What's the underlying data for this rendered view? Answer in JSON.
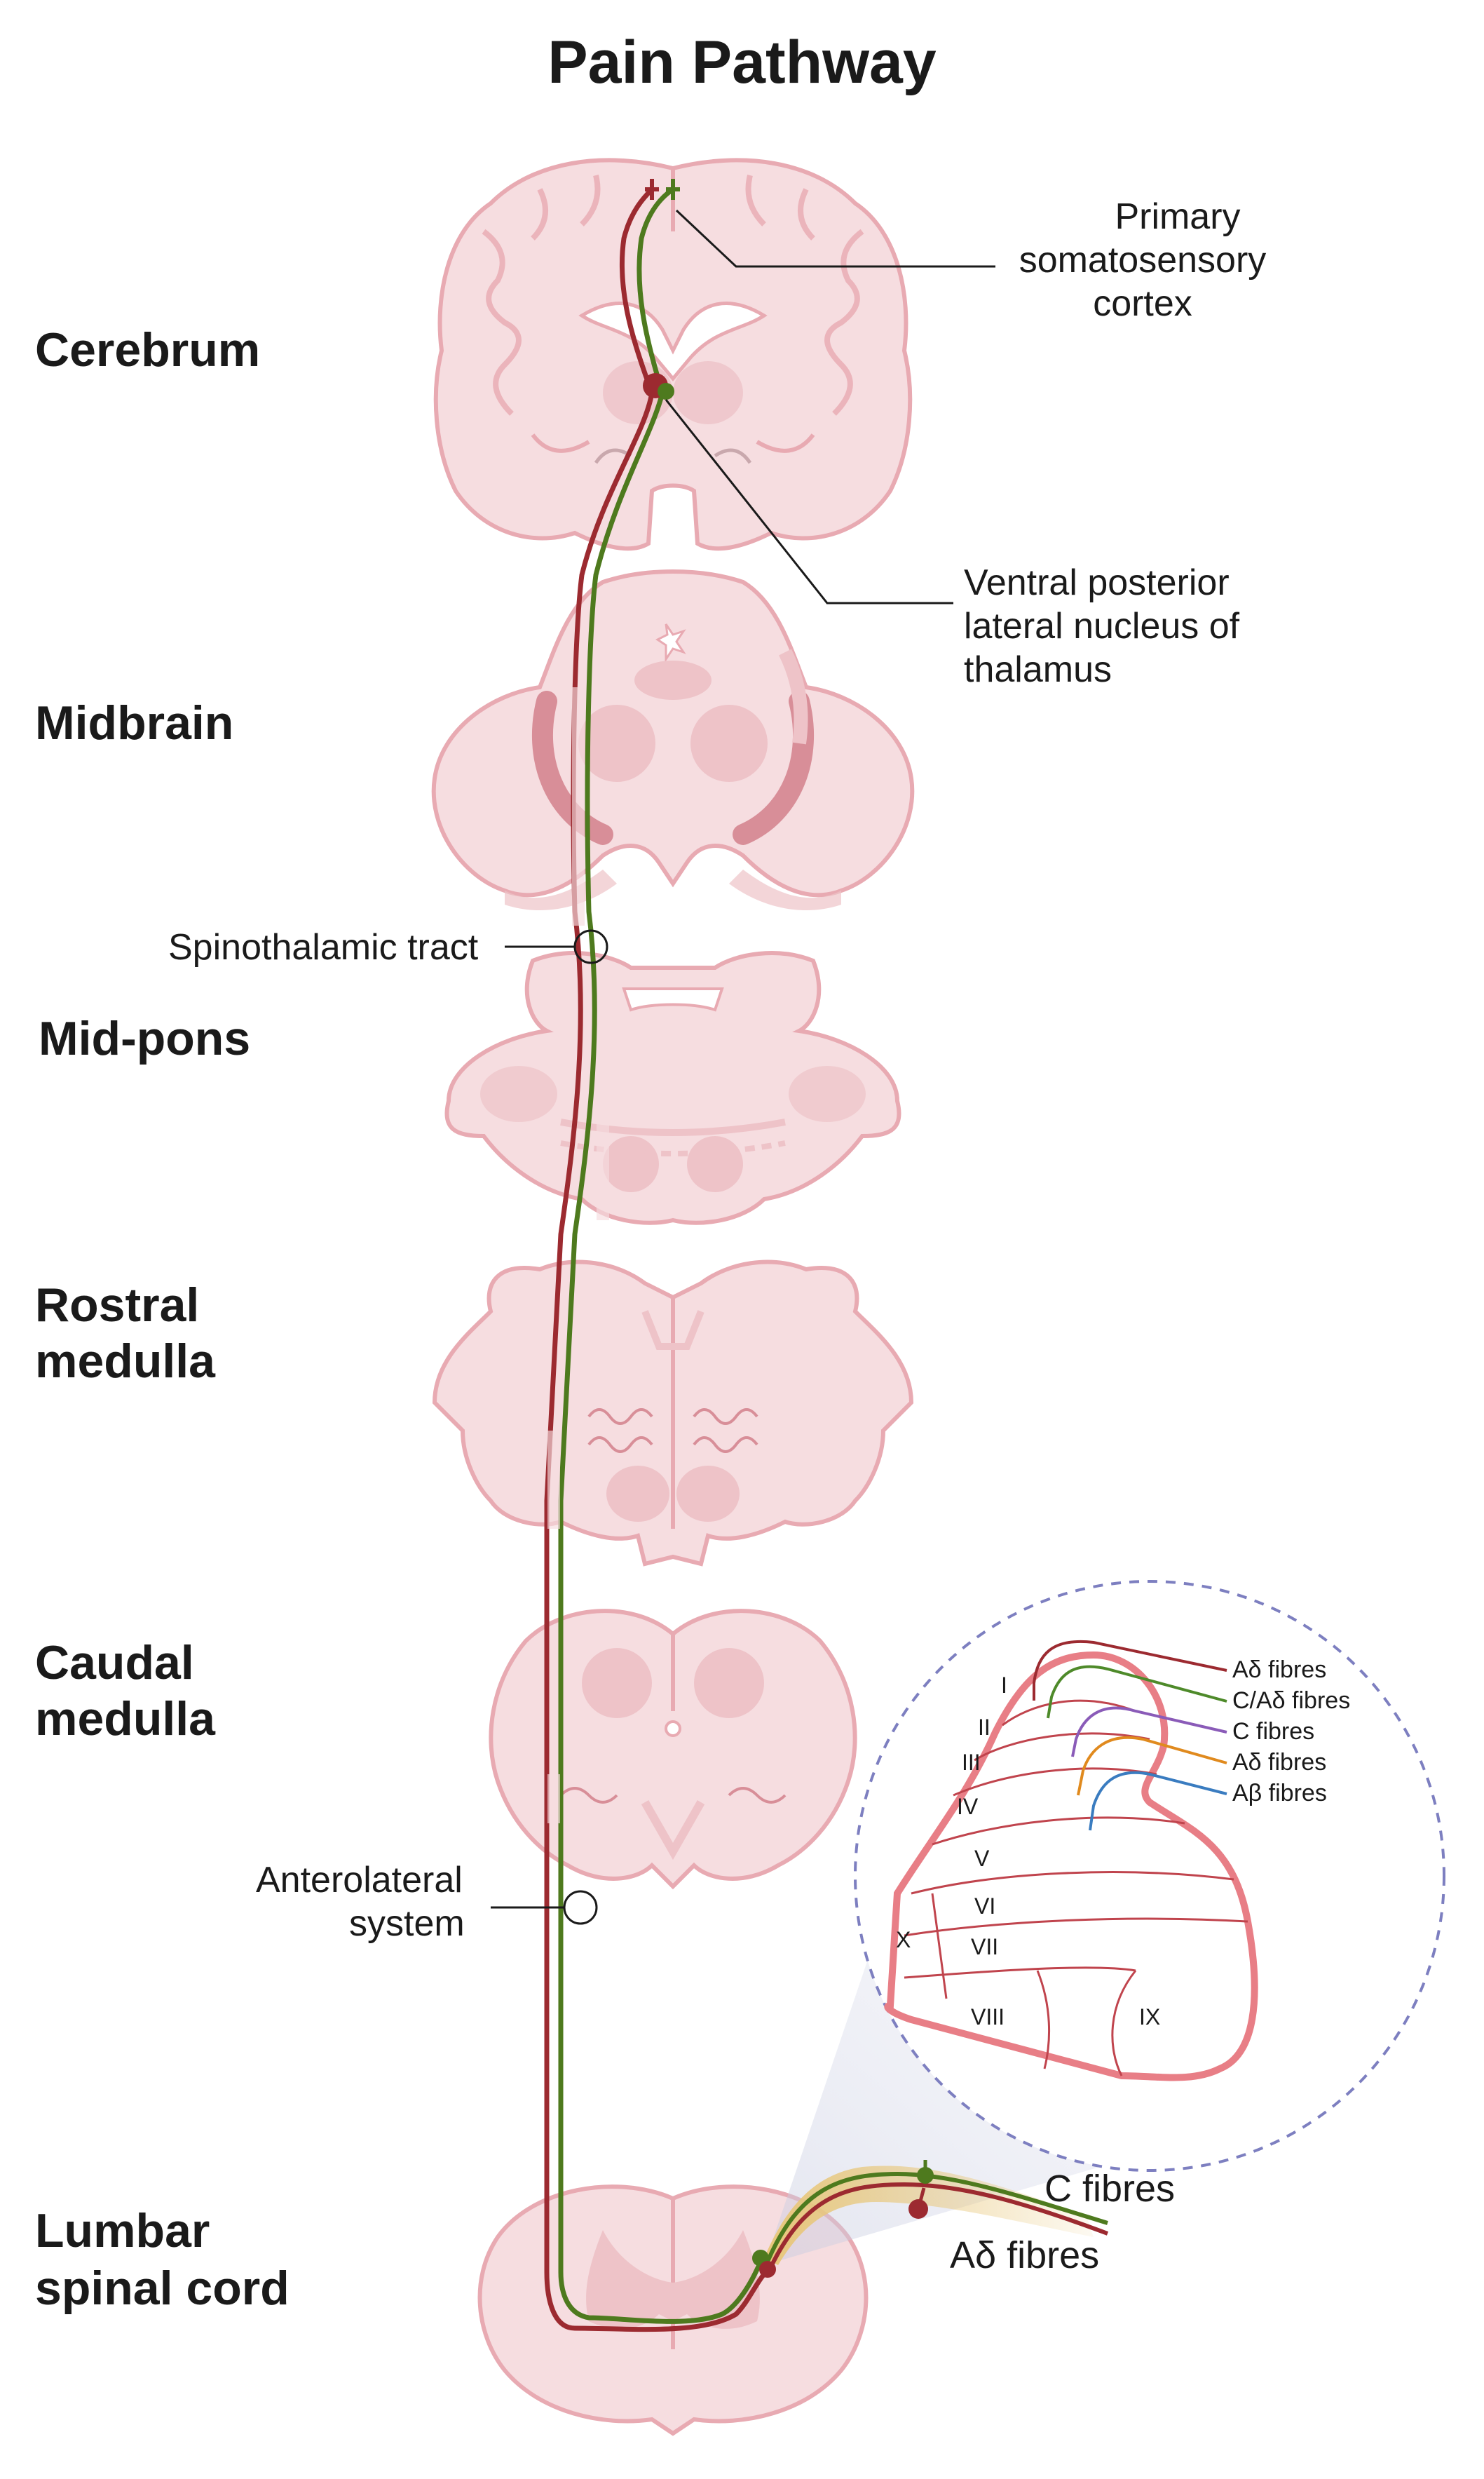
{
  "title": "Pain Pathway",
  "regions": {
    "cerebrum": "Cerebrum",
    "midbrain": "Midbrain",
    "mid_pons": "Mid-pons",
    "rostral_medulla_1": "Rostral",
    "rostral_medulla_2": "medulla",
    "caudal_medulla_1": "Caudal",
    "caudal_medulla_2": "medulla",
    "lumbar_1": "Lumbar",
    "lumbar_2": "spinal cord"
  },
  "callouts": {
    "cortex_1": "Primary",
    "cortex_2": "somatosensory",
    "cortex_3": "cortex",
    "vpl_1": "Ventral posterior",
    "vpl_2": "lateral nucleus of",
    "vpl_3": "thalamus",
    "spinothalamic": "Spinothalamic tract",
    "anterolateral_1": "Anterolateral",
    "anterolateral_2": "system"
  },
  "laminae": [
    "I",
    "II",
    "III",
    "IV",
    "V",
    "VI",
    "VII",
    "VIII",
    "IX",
    "X"
  ],
  "inset_fibres": [
    {
      "label": "Aδ fibres",
      "color": "#9c2a30"
    },
    {
      "label": "C/Aδ fibres",
      "color": "#4e8a2a"
    },
    {
      "label": "C fibres",
      "color": "#8a5bb8"
    },
    {
      "label": "Aδ fibres",
      "color": "#e08a1e"
    },
    {
      "label": "Aβ fibres",
      "color": "#3a7cc0"
    }
  ],
  "input_fibres": {
    "c": "C fibres",
    "a_delta": "Aδ fibres"
  },
  "colors": {
    "tract_red": "#9c2a30",
    "tract_green": "#4e7a1e",
    "tissue_fill": "#f6dde0",
    "tissue_edge": "#e8aab2",
    "tissue_dark": "#eec3c8",
    "inset_border": "#7d7fc0"
  }
}
